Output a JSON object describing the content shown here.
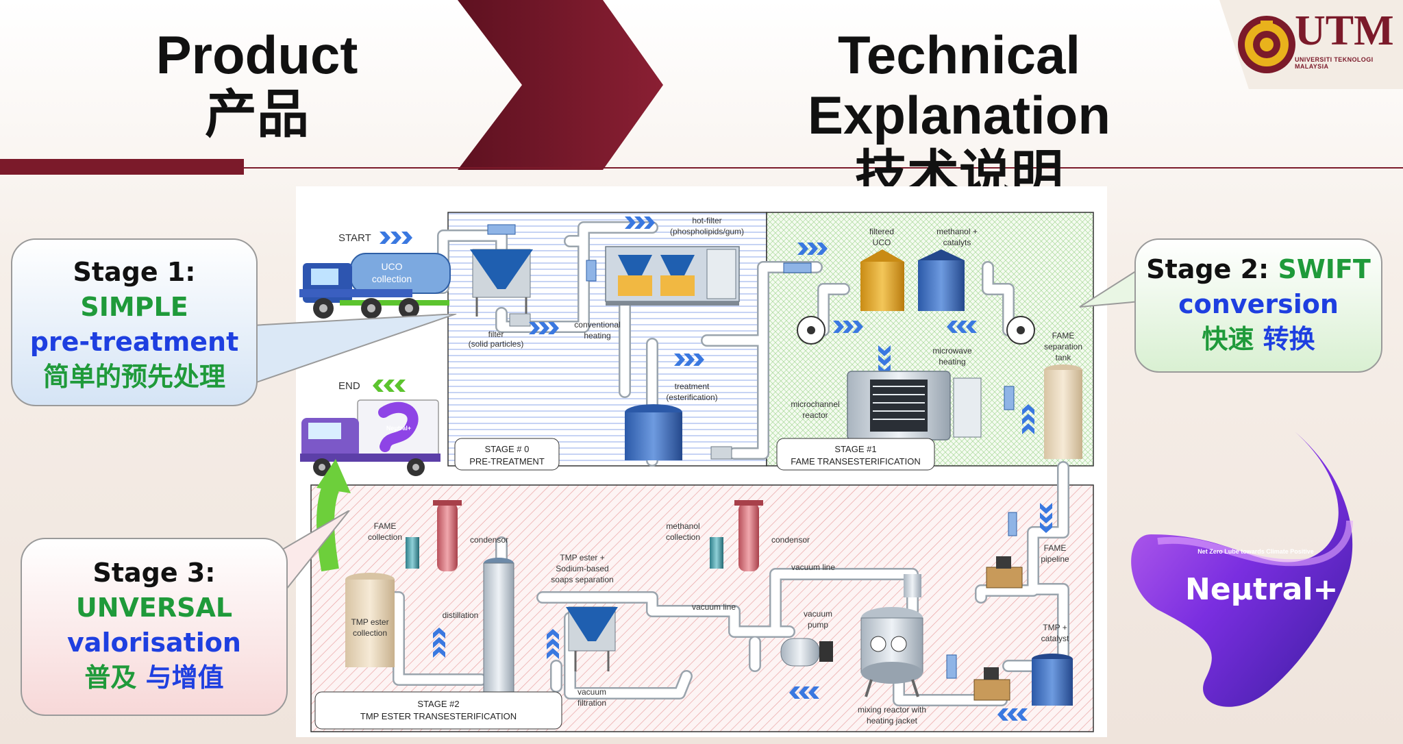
{
  "header": {
    "product_en": "Product",
    "product_zh": "产品",
    "tech_en": "Technical Explanation",
    "tech_zh": "技术说明"
  },
  "logo": {
    "text": "UTM",
    "subtitle": "UNIVERSITI TEKNOLOGI MALAYSIA"
  },
  "callouts": {
    "stage1": {
      "title": "Stage 1:",
      "word1": "SIMPLE",
      "word2": "pre-treatment",
      "zh": "简单的预先处理"
    },
    "stage2": {
      "title": "Stage 2: ",
      "word1": "SWIFT",
      "word2": "conversion",
      "zh1": "快速",
      "zh2": "转换"
    },
    "stage3": {
      "title": "Stage 3:",
      "word1": "UNVERSAL",
      "word2": "valorisation",
      "zh1": "普及",
      "zh2": "与增值"
    }
  },
  "diagram": {
    "start": "START",
    "end": "END",
    "truck_label_1": "UCO",
    "truck_label_2": "collection",
    "end_truck_brand": "Neμtral+",
    "stage0": {
      "title": "STAGE # 0",
      "subtitle": "PRE-TREATMENT"
    },
    "stage1": {
      "title": "STAGE #1",
      "subtitle": "FAME TRANSESTERIFICATION"
    },
    "stage2": {
      "title": "STAGE #2",
      "subtitle": "TMP ESTER TRANSESTERIFICATION"
    },
    "labels": {
      "filter_1": "filter",
      "filter_2": "(solid particles)",
      "conv_heat_1": "conventional",
      "conv_heat_2": "heating",
      "hot_filter_1": "hot-filter",
      "hot_filter_2": "(phospholipids/gum)",
      "treatment_1": "treatment",
      "treatment_2": "(esterification)",
      "filtered_uco_1": "filtered",
      "filtered_uco_2": "UCO",
      "methanol_cat_1": "methanol +",
      "methanol_cat_2": "catalyts",
      "microwave_1": "microwave",
      "microwave_2": "heating",
      "microchannel_1": "microchannel",
      "microchannel_2": "reactor",
      "fame_sep_1": "FAME",
      "fame_sep_2": "separation",
      "fame_sep_3": "tank",
      "fame_coll_1": "FAME",
      "fame_coll_2": "collection",
      "condensor_a": "condensor",
      "condensor_b": "condensor",
      "methanol_coll_1": "methanol",
      "methanol_coll_2": "collection",
      "tmp_soap_1": "TMP ester +",
      "tmp_soap_2": "Sodium-based",
      "tmp_soap_3": "soaps separation",
      "distillation": "distillation",
      "vacuum_line_a": "vacuum line",
      "vacuum_line_b": "vacuum line",
      "vacuum_pump_1": "vacuum",
      "vacuum_pump_2": "pump",
      "fame_pipe_1": "FAME",
      "fame_pipe_2": "pipeline",
      "tmp_ester_coll_1": "TMP ester",
      "tmp_ester_coll_2": "collection",
      "vacuum_filt_1": "vacuum",
      "vacuum_filt_2": "filtration",
      "mixing_1": "mixing reactor with",
      "mixing_2": "heating jacket",
      "tmp_cat_1": "TMP +",
      "tmp_cat_2": "catalyst"
    }
  },
  "brand": {
    "tagline": "Net Zero Lube towards Climate Positive",
    "name": "Neμtral+"
  },
  "colors": {
    "maroon": "#7b1a2a",
    "green": "#1f9a3a",
    "blue": "#1e3fe0",
    "purple": "#6a2bc4"
  }
}
